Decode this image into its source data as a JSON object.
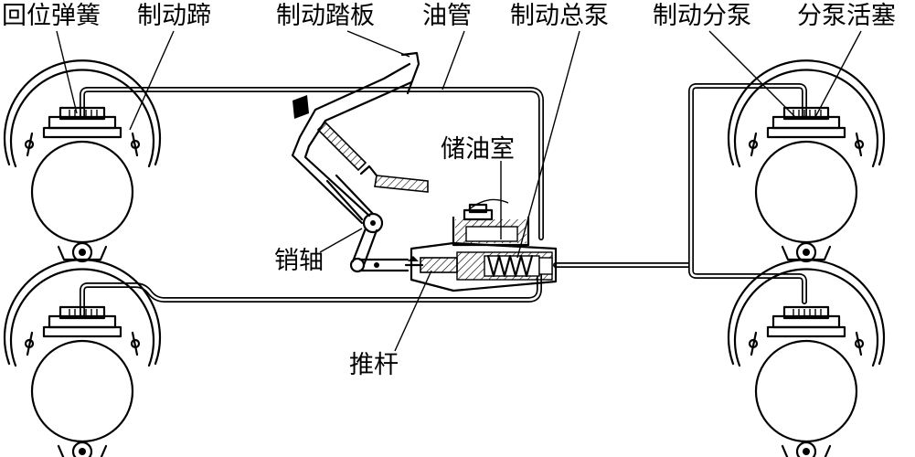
{
  "labels": {
    "return_spring": "回位弹簧",
    "brake_shoe": "制动蹄",
    "brake_pedal": "制动踏板",
    "oil_pipe": "油管",
    "master_cylinder": "制动总泵",
    "wheel_cylinder": "制动分泵",
    "wheel_piston": "分泵活塞",
    "reservoir": "储油室",
    "pin_shaft": "销轴",
    "push_rod": "推杆"
  }
}
